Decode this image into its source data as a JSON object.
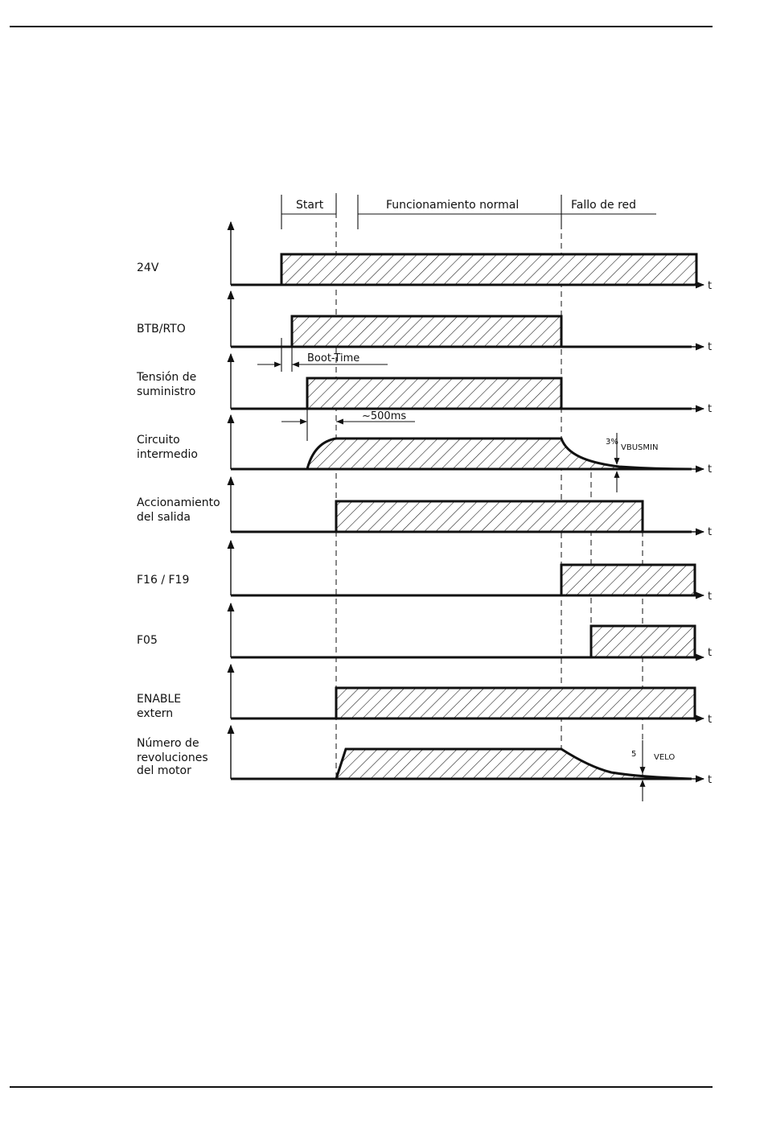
{
  "phases": {
    "start": "Start",
    "normal": "Funcionamiento normal",
    "fault": "Fallo de red"
  },
  "time_axis_label": "t",
  "signals": [
    {
      "id": "24v",
      "lines": [
        "24V"
      ]
    },
    {
      "id": "btb",
      "lines": [
        "BTB/RTO"
      ]
    },
    {
      "id": "supply",
      "lines": [
        "Tensión de",
        "suministro"
      ]
    },
    {
      "id": "dclink",
      "lines": [
        "Circuito",
        "intermedio"
      ]
    },
    {
      "id": "output",
      "lines": [
        "Accionamiento",
        "del salida"
      ]
    },
    {
      "id": "f16",
      "lines": [
        "F16 / F19"
      ]
    },
    {
      "id": "f05",
      "lines": [
        "F05"
      ]
    },
    {
      "id": "enable",
      "lines": [
        "ENABLE",
        "extern"
      ]
    },
    {
      "id": "speed",
      "lines": [
        "Número de",
        "revoluciones",
        "del motor"
      ]
    }
  ],
  "annotations": {
    "boot_time": "Boot-Time",
    "delay": "~500ms",
    "vbusmin_label": "VBUSMIN",
    "vbusmin_value": "3%",
    "velo_label": "VELO",
    "velo_value": "5"
  }
}
